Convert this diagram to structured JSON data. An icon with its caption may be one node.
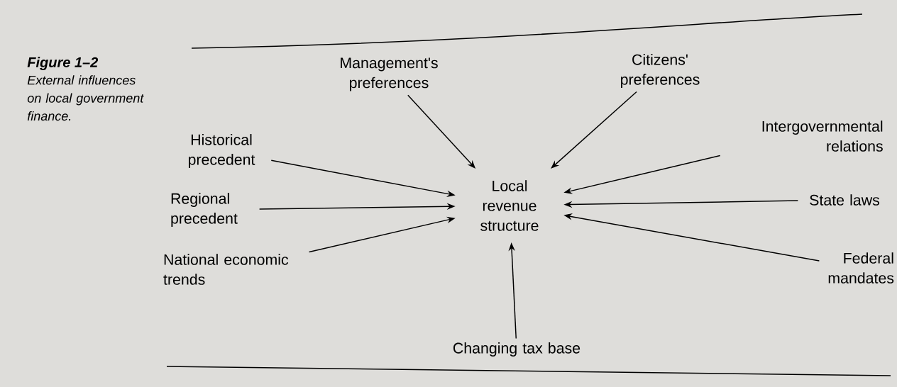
{
  "diagram": {
    "title": "Figure 1–2",
    "caption": "External influences on local government finance.",
    "nodes": [
      {
        "text": [
          "Local revenue structure"
        ]
      },
      {
        "text": [
          "Management's preferences"
        ]
      },
      {
        "text": [
          "Citizens' preferences"
        ]
      },
      {
        "text": [
          "Historical precedent"
        ]
      },
      {
        "text": [
          "Intergovernmental relations"
        ]
      },
      {
        "text": [
          "Regional precedent"
        ]
      },
      {
        "text": [
          "State laws"
        ]
      },
      {
        "text": [
          "National economic trends"
        ]
      },
      {
        "text": [
          "Federal mandates"
        ]
      },
      {
        "text": [
          "Changing tax base"
        ]
      }
    ],
    "edges": [
      {
        "from": 1,
        "to": 0,
        "arrow": "to"
      },
      {
        "from": 2,
        "to": 0,
        "arrow": "to"
      },
      {
        "from": 3,
        "to": 0,
        "arrow": "to"
      },
      {
        "from": 4,
        "to": 0,
        "arrow": "to"
      },
      {
        "from": 5,
        "to": 0,
        "arrow": "to"
      },
      {
        "from": 6,
        "to": 0,
        "arrow": "to"
      },
      {
        "from": 7,
        "to": 0,
        "arrow": "to"
      },
      {
        "from": 8,
        "to": 0,
        "arrow": "to"
      },
      {
        "from": 9,
        "to": 0,
        "arrow": "to"
      }
    ]
  }
}
